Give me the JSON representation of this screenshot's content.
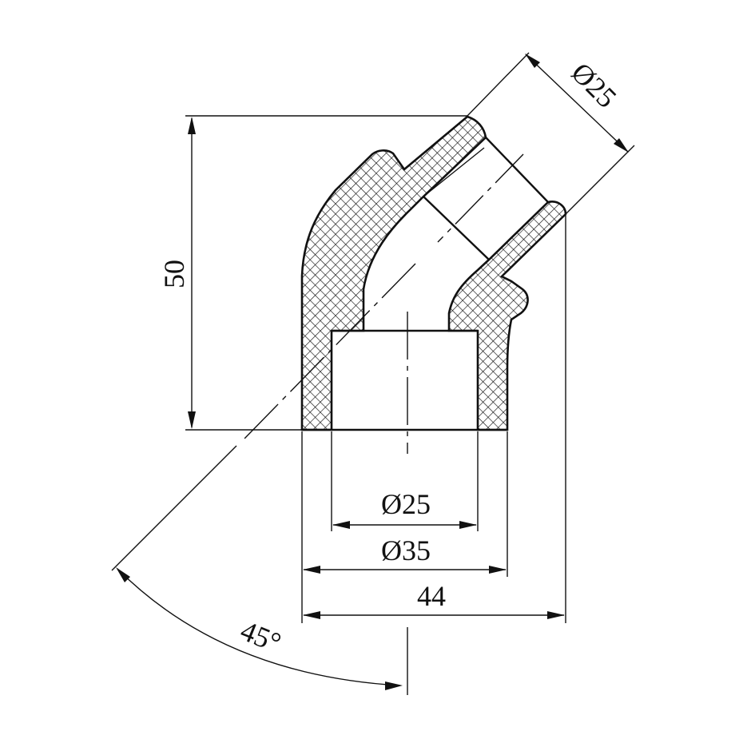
{
  "drawing": {
    "dimensions": {
      "top_outlet_diameter": "Ø25",
      "overall_height": "50",
      "inner_diameter": "Ø25",
      "outer_diameter": "Ø35",
      "overall_width": "44",
      "bend_angle": "45°"
    }
  }
}
